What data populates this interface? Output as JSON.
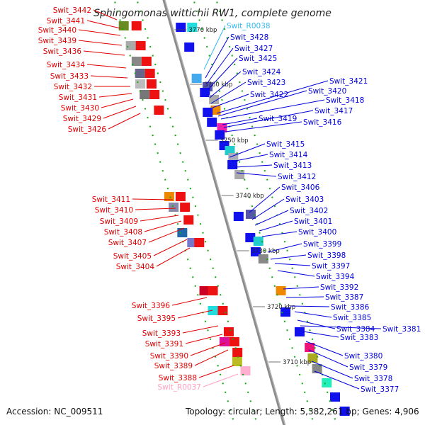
{
  "title": "Sphingomonas wittichii RW1, complete genome",
  "accession": "Accession: NC_009511",
  "topology": "Topology: circular; Length: 5,382,261 bp; Genes: 4,906",
  "colors": {
    "left_label": "#e00000",
    "right_label": "#0000dd",
    "cyan_label": "#33bbee",
    "pink_label": "#ffa0c0",
    "backbone": "#8c8c8c",
    "tick": "#11aa11"
  },
  "kbp_ticks": [
    "3770 kbp",
    "3760 kbp",
    "3750 kbp",
    "3740 kbp",
    "3730 kbp",
    "3720 kbp",
    "3710 kbp"
  ],
  "left_labels": [
    "Swit_3442",
    "Swit_3441",
    "Swit_3440",
    "Swit_3439",
    "Swit_3436",
    "Swit_3434",
    "Swit_3433",
    "Swit_3432",
    "Swit_3431",
    "Swit_3430",
    "Swit_3429",
    "Swit_3426",
    "Swit_3411",
    "Swit_3410",
    "Swit_3409",
    "Swit_3408",
    "Swit_3407",
    "Swit_3405",
    "Swit_3404",
    "Swit_3396",
    "Swit_3395",
    "Swit_3393",
    "Swit_3391",
    "Swit_3390",
    "Swit_3389",
    "Swit_3388",
    "Swit_R0037"
  ],
  "right_labels": [
    "Swit_R0038",
    "Swit_3428",
    "Swit_3427",
    "Swit_3425",
    "Swit_3424",
    "Swit_3423",
    "Swit_3422",
    "Swit_3421",
    "Swit_3420",
    "Swit_3418",
    "Swit_3419",
    "Swit_3417",
    "Swit_3416",
    "Swit_3415",
    "Swit_3414",
    "Swit_3413",
    "Swit_3412",
    "Swit_3406",
    "Swit_3403",
    "Swit_3402",
    "Swit_3401",
    "Swit_3400",
    "Swit_3399",
    "Swit_3398",
    "Swit_3397",
    "Swit_3394",
    "Swit_3392",
    "Swit_3387",
    "Swit_3386",
    "Swit_3385",
    "Swit_3384",
    "Swit_3381",
    "Swit_3383",
    "Swit_3380",
    "Swit_3379",
    "Swit_3378",
    "Swit_3377"
  ]
}
